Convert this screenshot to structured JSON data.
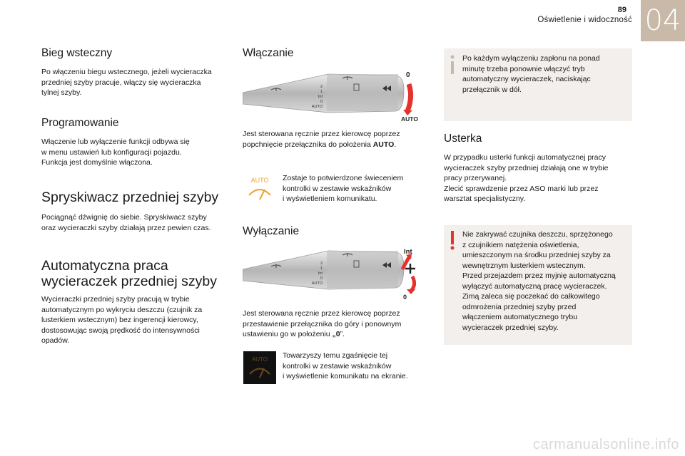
{
  "header": {
    "page_number": "89",
    "section_title": "Oświetlenie i widoczność",
    "chapter_tab": "04"
  },
  "left": {
    "reverse": {
      "title": "Bieg wsteczny",
      "lines": [
        "Po włączeniu biegu wstecznego, jeżeli wycieraczka",
        "przedniej szyby pracuje, włączy się wycieraczka",
        "tylnej szyby."
      ]
    },
    "programming": {
      "title": "Programowanie",
      "lines": [
        "Włączenie lub wyłączenie funkcji odbywa się",
        "w menu ustawień lub konfiguracji pojazdu.",
        "Funkcja jest domyślnie włączona."
      ]
    },
    "washer": {
      "title": "Spryskiwacz przedniej szyby",
      "lines": [
        "Pociągnąć dźwignię do siebie. Spryskiwacz szyby",
        "oraz wycieraczki szyby działają przez pewien czas."
      ]
    },
    "auto_wipe": {
      "title_line1": "Automatyczna praca",
      "title_line2": "wycieraczek przedniej szyby",
      "lines": [
        "Wycieraczki przedniej szyby pracują w trybie",
        "automatycznym po wykryciu deszczu (czujnik za",
        "lusterkiem wstecznym) bez ingerencji kierowcy,",
        "dostosowując swoją prędkość do intensywności",
        "opadów."
      ]
    }
  },
  "middle": {
    "on": {
      "title": "Włączanie",
      "lever_labels": {
        "top": "0",
        "bottom": "AUTO",
        "positions": [
          "2",
          "1",
          "Int",
          "0",
          "AUTO"
        ]
      },
      "text_line1": "Jest sterowana ręcznie przez kierowcę poprzez",
      "text_line2_pre": "popchnięcie przełącznika do położenia ",
      "text_line2_bold": "AUTO",
      "text_line2_post": ".",
      "confirm_lines": [
        "Zostaje to potwierdzone świeceniem",
        "kontrolki w zestawie wskaźników",
        "i wyświetleniem komunikatu."
      ],
      "indicator_label": "AUTO"
    },
    "off": {
      "title": "Wyłączanie",
      "lever_labels": {
        "top": "Int",
        "bottom": "0",
        "positions": [
          "2",
          "1",
          "Int",
          "0",
          "AUTO"
        ]
      },
      "text_lines": [
        "Jest sterowana ręcznie przez kierowcę poprzez",
        "przestawienie przełącznika do góry i ponownym"
      ],
      "text_line3_pre": "ustawieniu go w położeniu ",
      "text_line3_bold": "„0",
      "text_line3_post": "”.",
      "confirm_lines": [
        "Towarzyszy temu zgaśnięcie tej",
        "kontrolki w zestawie wskaźników",
        "i wyświetlenie komunikatu na ekranie."
      ],
      "indicator_label": "AUTO"
    }
  },
  "right": {
    "info": {
      "lines": [
        "Po każdym wyłączeniu zapłonu na ponad",
        "minutę trzeba ponownie włączyć tryb",
        "automatyczny wycieraczek, naciskając",
        "przełącznik w dół."
      ]
    },
    "fault": {
      "title": "Usterka",
      "lines": [
        "W przypadku usterki funkcji automatycznej pracy",
        "wycieraczek szyby przedniej działają one w trybie",
        "pracy przerywanej.",
        "Zlecić sprawdzenie przez ASO marki lub przez",
        "warsztat specjalistyczny."
      ]
    },
    "warning": {
      "lines": [
        "Nie zakrywać czujnika deszczu, sprzężonego",
        "z czujnikiem natężenia oświetlenia,",
        "umieszczonym na środku przedniej szyby za",
        "wewnętrznym lusterkiem wstecznym.",
        "Przed przejazdem przez myjnię automatyczną",
        "wyłączyć automatyczną pracę wycieraczek.",
        "Zimą zaleca się poczekać do całkowitego",
        "odmrożenia przedniej szyby przed",
        "włączeniem automatycznego trybu",
        "wycieraczek przedniej szyby."
      ]
    }
  },
  "watermark": "carmanualsonline.info",
  "colors": {
    "tab": "#c9b9a8",
    "info_bg": "#f2efec",
    "warning_red": "#e5322d",
    "indicator_orange": "#f0a030"
  }
}
